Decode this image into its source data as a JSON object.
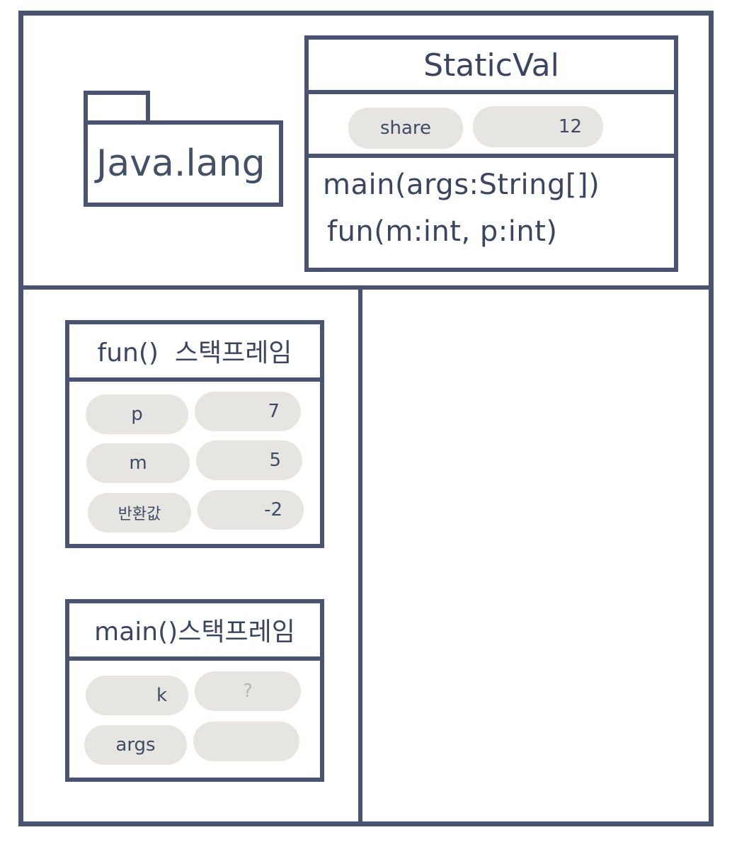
{
  "package": {
    "label": "Java.lang"
  },
  "static_class": {
    "name": "StaticVal",
    "field": {
      "name": "share",
      "value": "12"
    },
    "methods": [
      "main(args:String[])",
      "fun(m:int, p:int)"
    ]
  },
  "fun_frame": {
    "title": "fun()  스택프레임",
    "rows": [
      {
        "name": "p",
        "value": "7"
      },
      {
        "name": "m",
        "value": "5"
      },
      {
        "name": "반환값",
        "value": "-2"
      }
    ]
  },
  "main_frame": {
    "title": "main()스택프레임",
    "rows": [
      {
        "name": "k",
        "value": "?"
      },
      {
        "name": "args",
        "value": ""
      }
    ]
  },
  "colors": {
    "line": "#4a5470",
    "pill": "#e6e5e2",
    "text": "#3f4a63",
    "placeholder": "#b5b5b5"
  }
}
